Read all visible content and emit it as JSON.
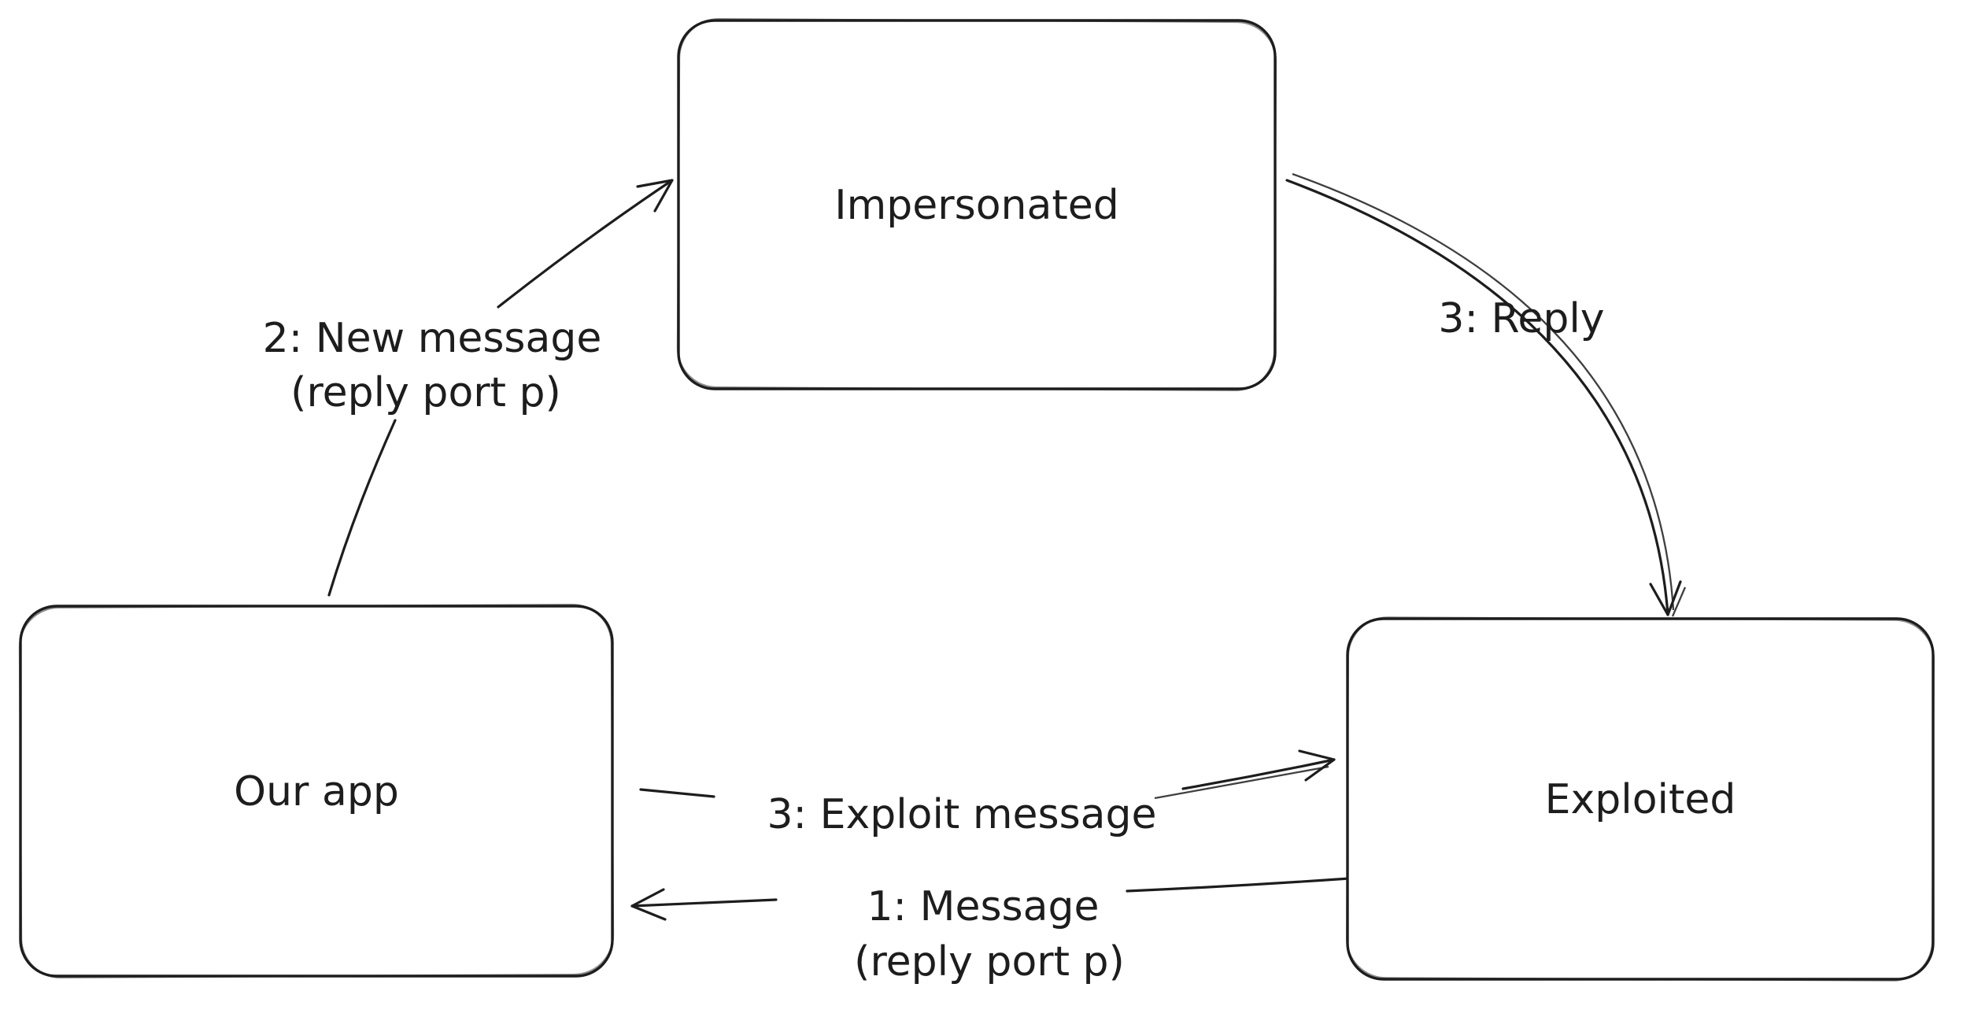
{
  "diagram": {
    "nodes": {
      "impersonated": {
        "label": "Impersonated"
      },
      "our_app": {
        "label": "Our app"
      },
      "exploited": {
        "label": "Exploited"
      }
    },
    "edges": {
      "new_message": {
        "from": "our_app",
        "to": "impersonated",
        "line1": "2: New message",
        "line2": "(reply port p)"
      },
      "reply": {
        "from": "impersonated",
        "to": "exploited",
        "label": "3: Reply"
      },
      "exploit_message": {
        "from": "our_app",
        "to": "exploited",
        "label": "3: Exploit message"
      },
      "message": {
        "from": "exploited",
        "to": "our_app",
        "line1": "1: Message",
        "line2": "(reply port p)"
      }
    },
    "colors": {
      "stroke": "#1d1d1d",
      "background": "#ffffff"
    }
  }
}
